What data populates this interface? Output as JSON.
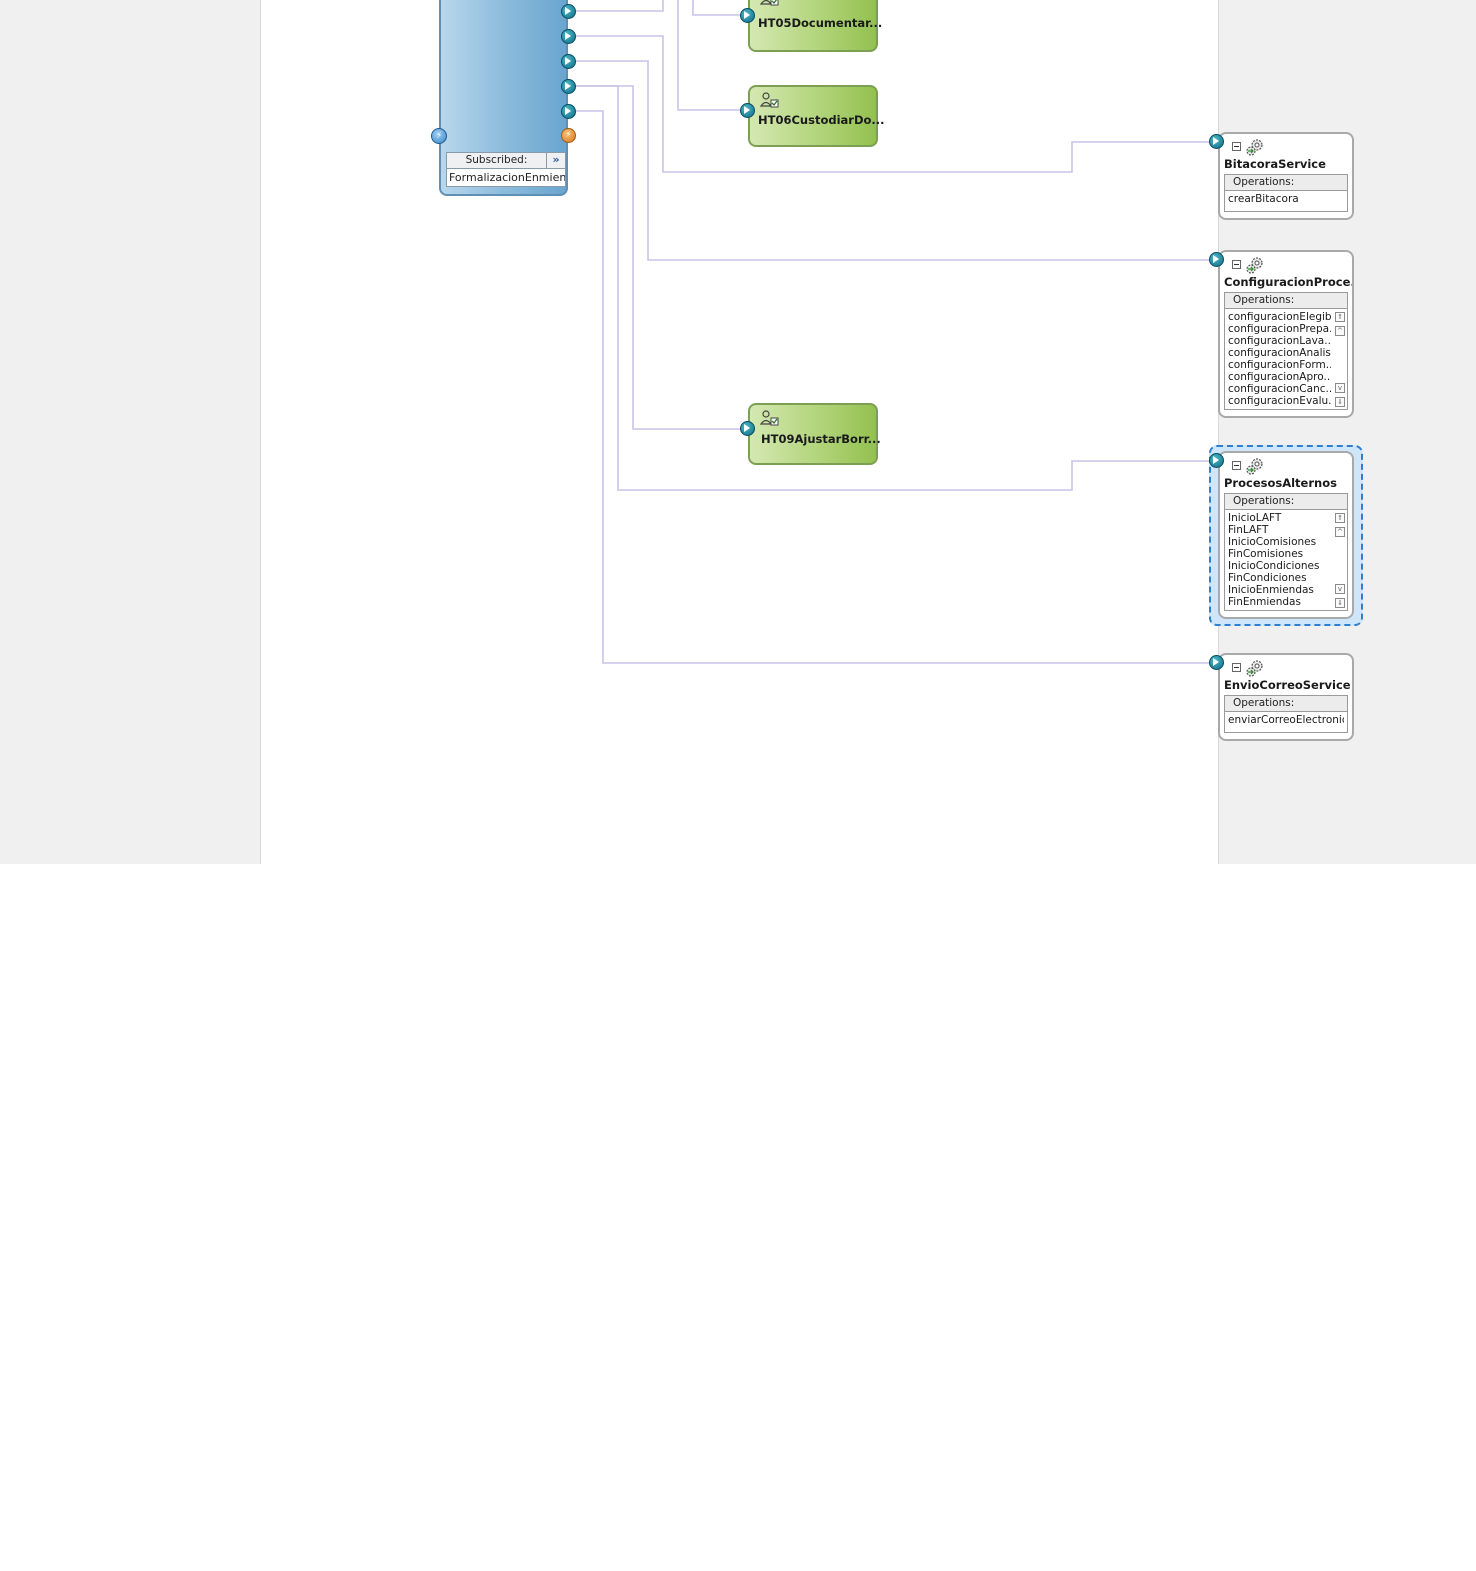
{
  "component": {
    "subscribed_label": "Subscribed:",
    "subscribed_button": "»",
    "subscribed_value": "FormalizacionEnmiend..."
  },
  "tasks": [
    {
      "name": "HT05Documentar..."
    },
    {
      "name": "HT06CustodiarDo..."
    },
    {
      "name": "HT09AjustarBorr..."
    }
  ],
  "services": [
    {
      "name": "BitacoraService",
      "operations_label": "Operations:",
      "operations": [
        "crearBitacora"
      ]
    },
    {
      "name": "ConfiguracionProce...",
      "operations_label": "Operations:",
      "operations": [
        "configuracionElegib...",
        "configuracionPrepa...",
        "configuracionLava...",
        "configuracionAnalisis",
        "configuracionForm...",
        "configuracionApro...",
        "configuracionCanc...",
        "configuracionEvalu..."
      ]
    },
    {
      "name": "ProcesosAlternos",
      "operations_label": "Operations:",
      "operations": [
        "InicioLAFT",
        "FinLAFT",
        "InicioComisiones",
        "FinComisiones",
        "InicioCondiciones",
        "FinCondiciones",
        "InicioEnmiendas",
        "FinEnmiendas"
      ],
      "selected": true
    },
    {
      "name": "EnvioCorreoService",
      "operations_label": "Operations:",
      "operations": [
        "enviarCorreoElectronico"
      ]
    }
  ],
  "icons": {
    "port": "reference-port-icon",
    "event": "event-icon",
    "task": "human-task-icon",
    "service": "service-gear-icon",
    "collapse": "collapse-icon"
  },
  "colors": {
    "wire": "#c8c3e8",
    "component_fill": "#8cbcdc",
    "task_fill": "#b5d67f",
    "selection": "#2f7fcc"
  }
}
